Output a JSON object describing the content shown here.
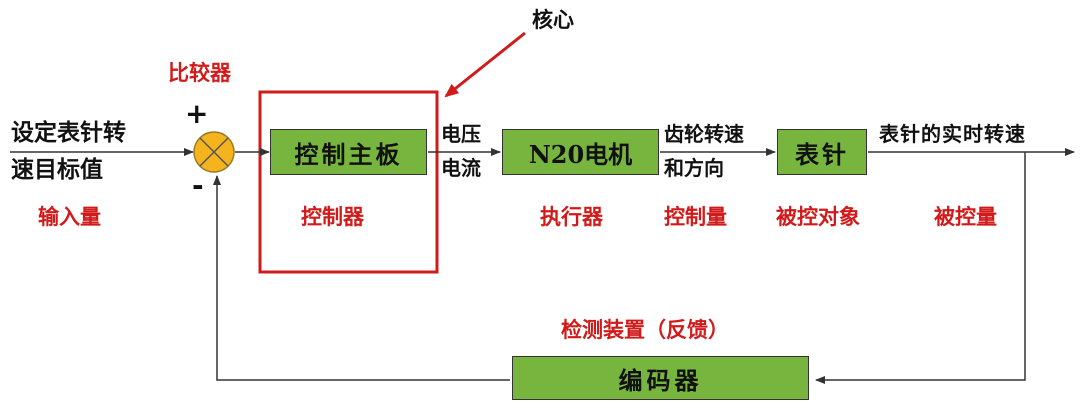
{
  "annotations": {
    "core": "核心",
    "comparator": "比较器"
  },
  "input": {
    "line1": "设定表针转",
    "line2": "速目标值",
    "role": "输入量"
  },
  "comparator_signs": {
    "plus": "+",
    "minus": "-"
  },
  "blocks": {
    "controller": {
      "label": "控制主板",
      "role": "控制器"
    },
    "actuator": {
      "label": "N20电机",
      "role": "执行器"
    },
    "plant": {
      "label": "表针",
      "role": "被控对象"
    },
    "sensor": {
      "label": "编码器",
      "role": "检测装置（反馈）"
    }
  },
  "signals": {
    "controller_out_line1": "电压",
    "controller_out_line2": "电流",
    "actuator_out_line1": "齿轮转速",
    "actuator_out_line2": "和方向",
    "actuator_out_role": "控制量",
    "output": "表针的实时转速",
    "output_role": "被控量"
  },
  "colors": {
    "block_fill": "#78b53e",
    "comparator_fill": "#f5b41e",
    "highlight": "#d11a1a",
    "line": "#333333"
  }
}
